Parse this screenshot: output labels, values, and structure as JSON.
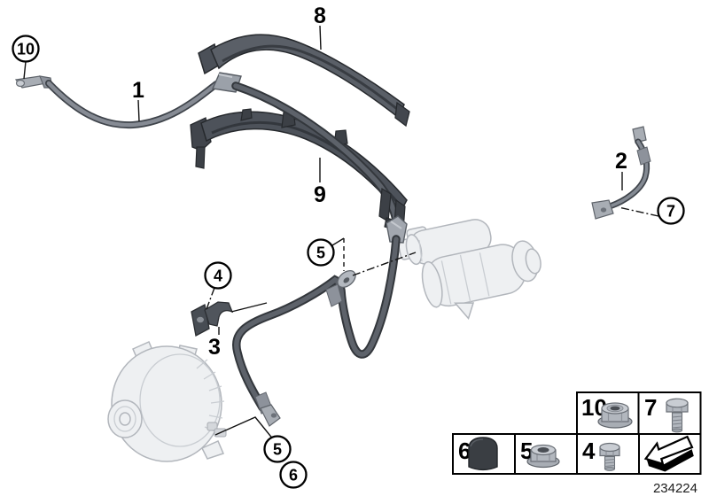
{
  "figure": {
    "doc_number": "234224",
    "callouts": {
      "plain": [
        {
          "part": "1"
        },
        {
          "part": "2"
        },
        {
          "part": "3"
        },
        {
          "part": "8"
        },
        {
          "part": "9"
        }
      ],
      "circled": [
        {
          "part": "10"
        },
        {
          "part": "7"
        },
        {
          "part": "5"
        },
        {
          "part": "4"
        },
        {
          "part": "5"
        },
        {
          "part": "6"
        }
      ]
    },
    "legend": {
      "cells": [
        {
          "num": "10",
          "icon": "flange-lock-nut"
        },
        {
          "num": "7",
          "icon": "hex-bolt-long"
        },
        {
          "num": "6",
          "icon": "protective-cap"
        },
        {
          "num": "5",
          "icon": "flange-nut"
        },
        {
          "num": "4",
          "icon": "hex-bolt-short"
        },
        {
          "num": "",
          "icon": "direction-arrow"
        }
      ]
    },
    "colors": {
      "cable_outline": "#3f444b",
      "cable_core": "#848a93",
      "cover_dark": "#4d525a",
      "cover_mid": "#5a5f67",
      "ghost_fill": "#eef0f2",
      "ghost_line": "#b2b6bc",
      "cap_black": "#3a3e43",
      "background": "#ffffff"
    }
  }
}
